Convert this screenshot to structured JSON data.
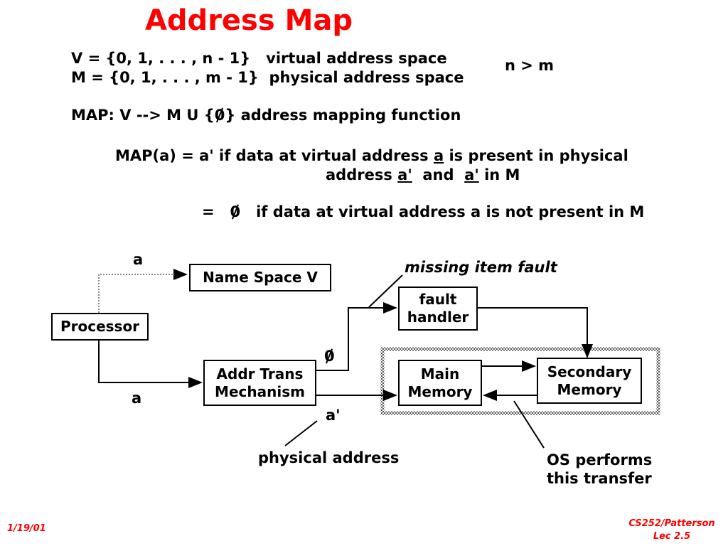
{
  "title": "Address Map",
  "definitions": {
    "v_line": "V = {0, 1, . . . , n - 1}",
    "v_desc": "virtual address space",
    "m_line": "M = {0, 1, . . . , m - 1}",
    "m_desc": "physical address space",
    "n_gt_m": "n > m",
    "map_prefix": "MAP:  V -->  M  U  {",
    "map_null": "0",
    "map_suffix": "}  address mapping function",
    "case1_prefix": "MAP(a)  =  a'  if data at virtual address",
    "case1_a": "a",
    "case1_mid": "is present in physical",
    "case2_prefix": "address",
    "case2_a1": "a'",
    "case2_and": "and",
    "case2_a2": "a'",
    "case2_suffix": "in M",
    "case3_eq": "=",
    "case3_null": "0",
    "case3_text": "if data at virtual address a is not present in M"
  },
  "diagram": {
    "processor": "Processor",
    "name_space": "Name Space V",
    "addr_trans_1": "Addr Trans",
    "addr_trans_2": "Mechanism",
    "fault_1": "fault",
    "fault_2": "handler",
    "main_1": "Main",
    "main_2": "Memory",
    "secondary_1": "Secondary",
    "secondary_2": "Memory",
    "label_a_top": "a",
    "label_a_bottom": "a",
    "label_null": "0",
    "label_a_prime": "a'",
    "missing_fault": "missing item fault",
    "physical_address": "physical address",
    "os_1": "OS performs",
    "os_2": "this transfer"
  },
  "footer": {
    "date": "1/19/01",
    "course": "CS252/Patterson",
    "lecture": "Lec 2.5"
  },
  "colors": {
    "title": "#ff0000",
    "footer": "#ff0000",
    "text": "#000000"
  }
}
